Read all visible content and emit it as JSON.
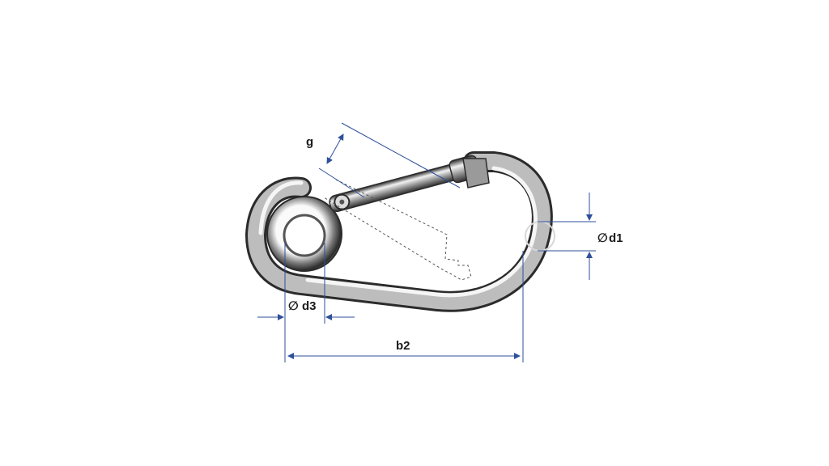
{
  "labels": {
    "g": "g",
    "d1": "d1",
    "d3": "d3",
    "b2": "b2",
    "diameter_symbol": "∅"
  },
  "colors": {
    "dimension_line": "#2f4f9a",
    "metal_dark": "#2b2b2b",
    "metal_mid": "#8a8a8a",
    "metal_light": "#e8e8e8",
    "gate_outline": "#555555",
    "background": "#ffffff"
  }
}
